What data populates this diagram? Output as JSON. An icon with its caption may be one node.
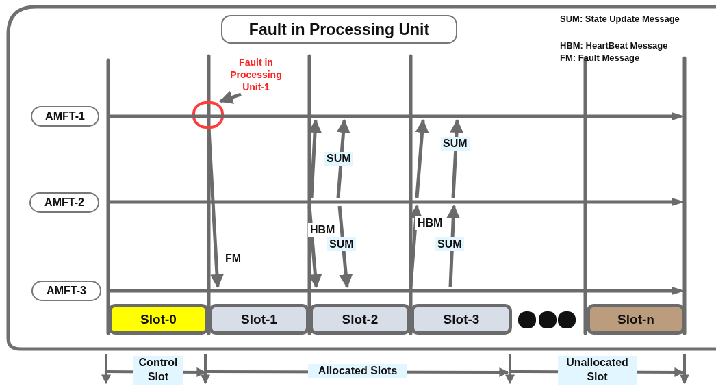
{
  "diagram": {
    "title": "Fault in Processing Unit",
    "nodes": [
      {
        "text": [
          "AMFT-1"
        ]
      },
      {
        "text": [
          "AMFT-2"
        ]
      },
      {
        "text": [
          "AMFT-3"
        ]
      },
      {
        "text": [
          "Slot-0"
        ]
      },
      {
        "text": [
          "Slot-1"
        ]
      },
      {
        "text": [
          "Slot-2"
        ]
      },
      {
        "text": [
          "Slot-3"
        ]
      },
      {
        "text": [],
        "shape": "circle"
      },
      {
        "text": [],
        "shape": "circle"
      },
      {
        "text": [],
        "shape": "circle"
      },
      {
        "text": [
          "Slot-n"
        ]
      },
      {
        "text": [],
        "shape": "circle"
      },
      {
        "text": [
          "Fault in Processing Unit-1"
        ]
      },
      {
        "text": [],
        "shape": "arrow"
      },
      {
        "text": [],
        "shape": "arrow"
      },
      {
        "text": [],
        "shape": "arrow"
      }
    ],
    "edges": [
      {
        "from": 12,
        "to": 11,
        "arrow": "to"
      },
      {
        "from": 11,
        "to": 15,
        "arrow": "to",
        "label": "FM"
      },
      {
        "from": 14,
        "to": 13,
        "arrow": "to"
      },
      {
        "from": 14,
        "to": 15,
        "arrow": "to",
        "label": "HBM"
      },
      {
        "from": 14,
        "to": 13,
        "arrow": "to",
        "label": "SUM"
      },
      {
        "from": 14,
        "to": 15,
        "arrow": "to",
        "label": "SUM"
      },
      {
        "from": 15,
        "to": 14,
        "arrow": "to",
        "label": "HBM"
      },
      {
        "from": 14,
        "to": 13,
        "arrow": "to"
      },
      {
        "from": 15,
        "to": 14,
        "arrow": "to",
        "label": "SUM"
      },
      {
        "from": 14,
        "to": 13,
        "arrow": "to",
        "label": "SUM"
      }
    ],
    "labels": [
      "SUM: State Update Message",
      "HBM: HeartBeat Message",
      "FM: Fault Message",
      "Control Slot",
      "Allocated Slots",
      "Unallocated Slot"
    ]
  }
}
